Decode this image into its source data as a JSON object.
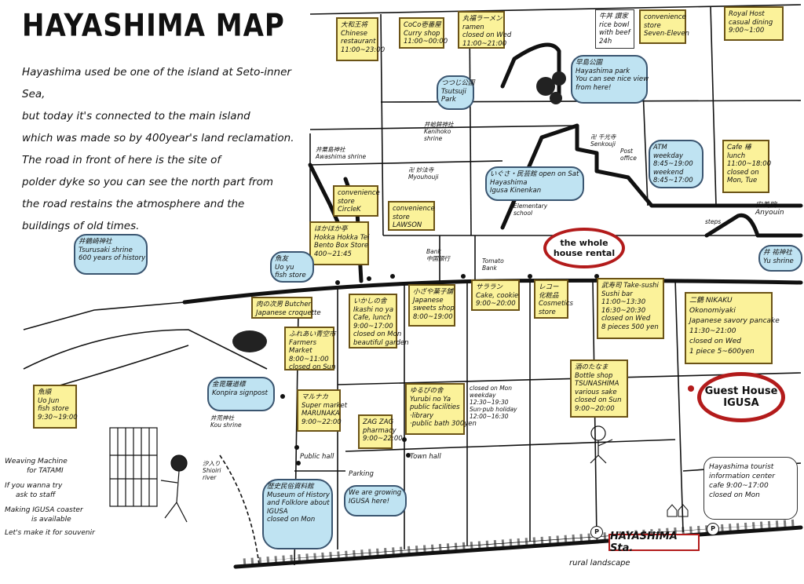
{
  "title": "HAYASHIMA MAP",
  "intro": [
    "Hayashima used be one of the island at Seto-inner Sea,",
    "but today it's connected to the main island",
    "which was made so by 400year's land reclamation.",
    "The road in front of here is the site of",
    "polder dyke so you can see the north part from",
    "the road restains the atmosphere and the",
    "buildings of old times."
  ],
  "places": {
    "chinese": [
      "大和王将",
      "Chinese",
      "restaurant",
      "11:00~23:00"
    ],
    "coco": [
      "CoCo壱番屋",
      "Curry shop",
      "11:00~00:00"
    ],
    "ramen": [
      "丸福ラーメン",
      "ramen",
      "closed on Wed",
      "11:00~21:00"
    ],
    "beef": [
      "牛丼 讃家",
      "rice bowl",
      "with beef",
      "24h"
    ],
    "seven": [
      "convenience",
      "store",
      "Seven-Eleven"
    ],
    "royal": [
      "Royal Host",
      "casual dining",
      "9:00~1:00"
    ],
    "park": [
      "早島公園",
      "Hayashima park",
      "You can see nice view",
      "from here!"
    ],
    "tsutsuji": [
      "つつじ公園",
      "Tsutsuji",
      "Park"
    ],
    "kanihoko": [
      "井蛤鉾神社",
      "Kanihoko",
      "shrine"
    ],
    "awashima": [
      "井粟島神社",
      "Awashima shrine"
    ],
    "senkouji": [
      "卍 千光寺",
      "Senkouji"
    ],
    "postoffice": [
      "Post",
      "office"
    ],
    "atm": [
      "ATM",
      "weekday",
      "8:45~19:00",
      "weekend",
      "8:45~17:00"
    ],
    "cafe": [
      "Cafe 椿",
      "lunch",
      "11:00~18:00",
      "closed on",
      "Mon, Tue"
    ],
    "myouhouji": [
      "卍 妙法寺",
      "Myouhouji"
    ],
    "kinenkan": [
      "いぐさ・民芸館 open on Sat",
      "Hayashima",
      "Igusa Kinenkan"
    ],
    "elementary": [
      "Elementary",
      "school"
    ],
    "circlek": [
      "convenience",
      "store",
      "CircleK"
    ],
    "lawson": [
      "convenience",
      "store",
      "LAWSON"
    ],
    "anyouin": [
      "安養院",
      "Anyouin"
    ],
    "steps": [
      "steps"
    ],
    "hakataro": [
      "ほかほか亭",
      "Hokka Hokka Tei",
      "Bento Box Store",
      "400~21:45"
    ],
    "tsurusaki": [
      "井鶴崎神社",
      "Tsurusaki shrine",
      "600 years of history"
    ],
    "uoyu": [
      "魚友",
      "Uo yu",
      "fish store"
    ],
    "bank": [
      "Bank",
      "中国銀行"
    ],
    "tomato": [
      "Tomato",
      "Bank"
    ],
    "whole_house": [
      "the whole",
      "house rental"
    ],
    "yu_shrine": [
      "井 祐神社",
      "Yu shrine"
    ],
    "butcher": [
      "肉の次男 Butcher",
      "Japanese croquette"
    ],
    "ikashi": [
      "いかしの舎",
      "Ikashi no ya",
      "Cafe, lunch",
      "9:00~17:00",
      "closed on Mon",
      "beautiful garden"
    ],
    "sweets": [
      "小ざや菓子舗",
      "Japanese",
      "sweets shop",
      "8:00~19:00"
    ],
    "sarana": [
      "サララン",
      "Cake, cookie",
      "9:00~20:00"
    ],
    "cosmetics": [
      "レコー",
      "化粧品",
      "Cosmetics",
      "store"
    ],
    "sushi": [
      "武寿司 Take-sushi",
      "Sushi bar",
      "11:00~13:30",
      "16:30~20:30",
      "closed on Wed",
      "8 pieces 500 yen"
    ],
    "nikaku": [
      "二鶴 NIKAKU",
      "Okonomiyaki",
      "Japanese savory pancake",
      "11:30~21:00",
      "closed on Wed",
      "1 piece 5~600yen"
    ],
    "farmers": [
      "ふれあい青空市",
      "Farmers",
      "Market",
      "8:00~11:00",
      "closed on Sun"
    ],
    "konpira": [
      "金毘羅道標",
      "Konpira signpost",
      "井荒神社",
      "Kou shrine"
    ],
    "uojun": [
      "魚順",
      "Uo Jun",
      "fish store",
      "9:30~19:00"
    ],
    "marunaka": [
      "マルナカ",
      "Super market",
      "MARUNAKA",
      "9:00~22:00"
    ],
    "zagzag": [
      "ZAG ZAG",
      "pharmacy",
      "9:00~22:00"
    ],
    "yurubi": [
      "ゆるびの舎",
      "Yurubi no Ya",
      "public facilities",
      "·library",
      "·public bath 300yen"
    ],
    "yurubi_hours": [
      "closed on Mon",
      "weekday",
      "12:30~19:30",
      "Sun·pub holiday",
      "12:00~16:30"
    ],
    "bottle": [
      "酒のたなま",
      "Bottle shop",
      "TSUNASHIMA",
      "various sake",
      "closed on Sun",
      "9:00~20:00"
    ],
    "guesthouse": [
      "Guest House",
      "IGUSA"
    ],
    "weaving": [
      "Weaving Machine",
      "for TATAMI",
      "If you wanna try",
      "ask to staff",
      "Making IGUSA coaster",
      "is available",
      "Let's make it for souvenir"
    ],
    "shiori": [
      "汐入り",
      "Shioiri",
      "river"
    ],
    "publichall": [
      "Public hall"
    ],
    "townhall": [
      "Town hall"
    ],
    "parking": [
      "Parking"
    ],
    "museum": [
      "歴史民俗資料館",
      "Museum of History",
      "and Folklore about",
      "IGUSA",
      "closed on Mon"
    ],
    "growing": [
      "We are growing",
      "IGUSA here!"
    ],
    "tourist": [
      "Hayashima tourist",
      "information center",
      "cafe  9:00~17:00",
      "closed on Mon"
    ],
    "station": [
      "HAYASHIMA Sta."
    ],
    "rural": [
      "rural landscape"
    ],
    "p_mark": [
      "P"
    ]
  },
  "colors": {
    "yellow_fill": "#fbf29a",
    "yellow_border": "#6b5316",
    "blue_fill": "#bfe3f2",
    "blue_border": "#3a5570",
    "red": "#b31b1b",
    "ink": "#111111"
  }
}
